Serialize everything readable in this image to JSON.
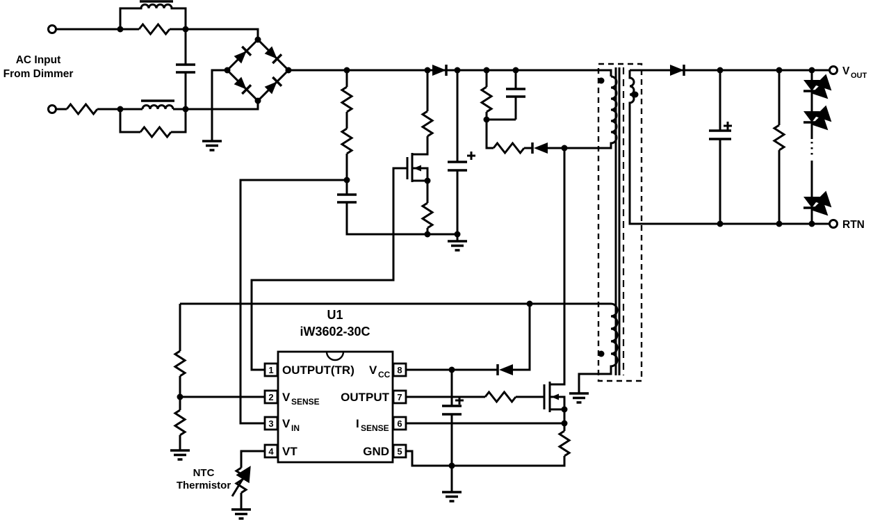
{
  "schematic": {
    "source_labels": {
      "ac_line1": "AC Input",
      "ac_line2": "From Dimmer"
    },
    "output_labels": {
      "vout_main": "V",
      "vout_sub": "OUT",
      "rtn": "RTN"
    },
    "thermistor_labels": {
      "line1": "NTC",
      "line2": "Thermistor"
    },
    "ic": {
      "refdes": "U1",
      "part": "iW3602-30C",
      "pins_left": [
        {
          "num": "1",
          "label": "OUTPUT(TR)",
          "sub": ""
        },
        {
          "num": "2",
          "label": "V",
          "sub": "SENSE"
        },
        {
          "num": "3",
          "label": "V",
          "sub": "IN"
        },
        {
          "num": "4",
          "label": "VT",
          "sub": ""
        }
      ],
      "pins_right": [
        {
          "num": "8",
          "label": "V",
          "sub": "CC"
        },
        {
          "num": "7",
          "label": "OUTPUT",
          "sub": ""
        },
        {
          "num": "6",
          "label": "I",
          "sub": "SENSE"
        },
        {
          "num": "5",
          "label": "GND",
          "sub": ""
        }
      ]
    },
    "colors": {
      "line": "#000000",
      "background": "#ffffff"
    }
  }
}
